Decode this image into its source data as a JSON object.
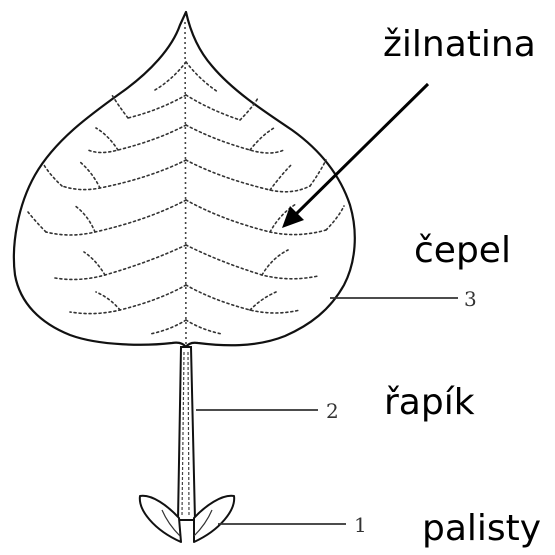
{
  "labels": {
    "zilnatina": "žilnatina",
    "cepel": "čepel",
    "rapik": "řapík",
    "palisty": "palisty"
  },
  "numbers": {
    "n3": "3",
    "n2": "2",
    "n1": "1"
  }
}
